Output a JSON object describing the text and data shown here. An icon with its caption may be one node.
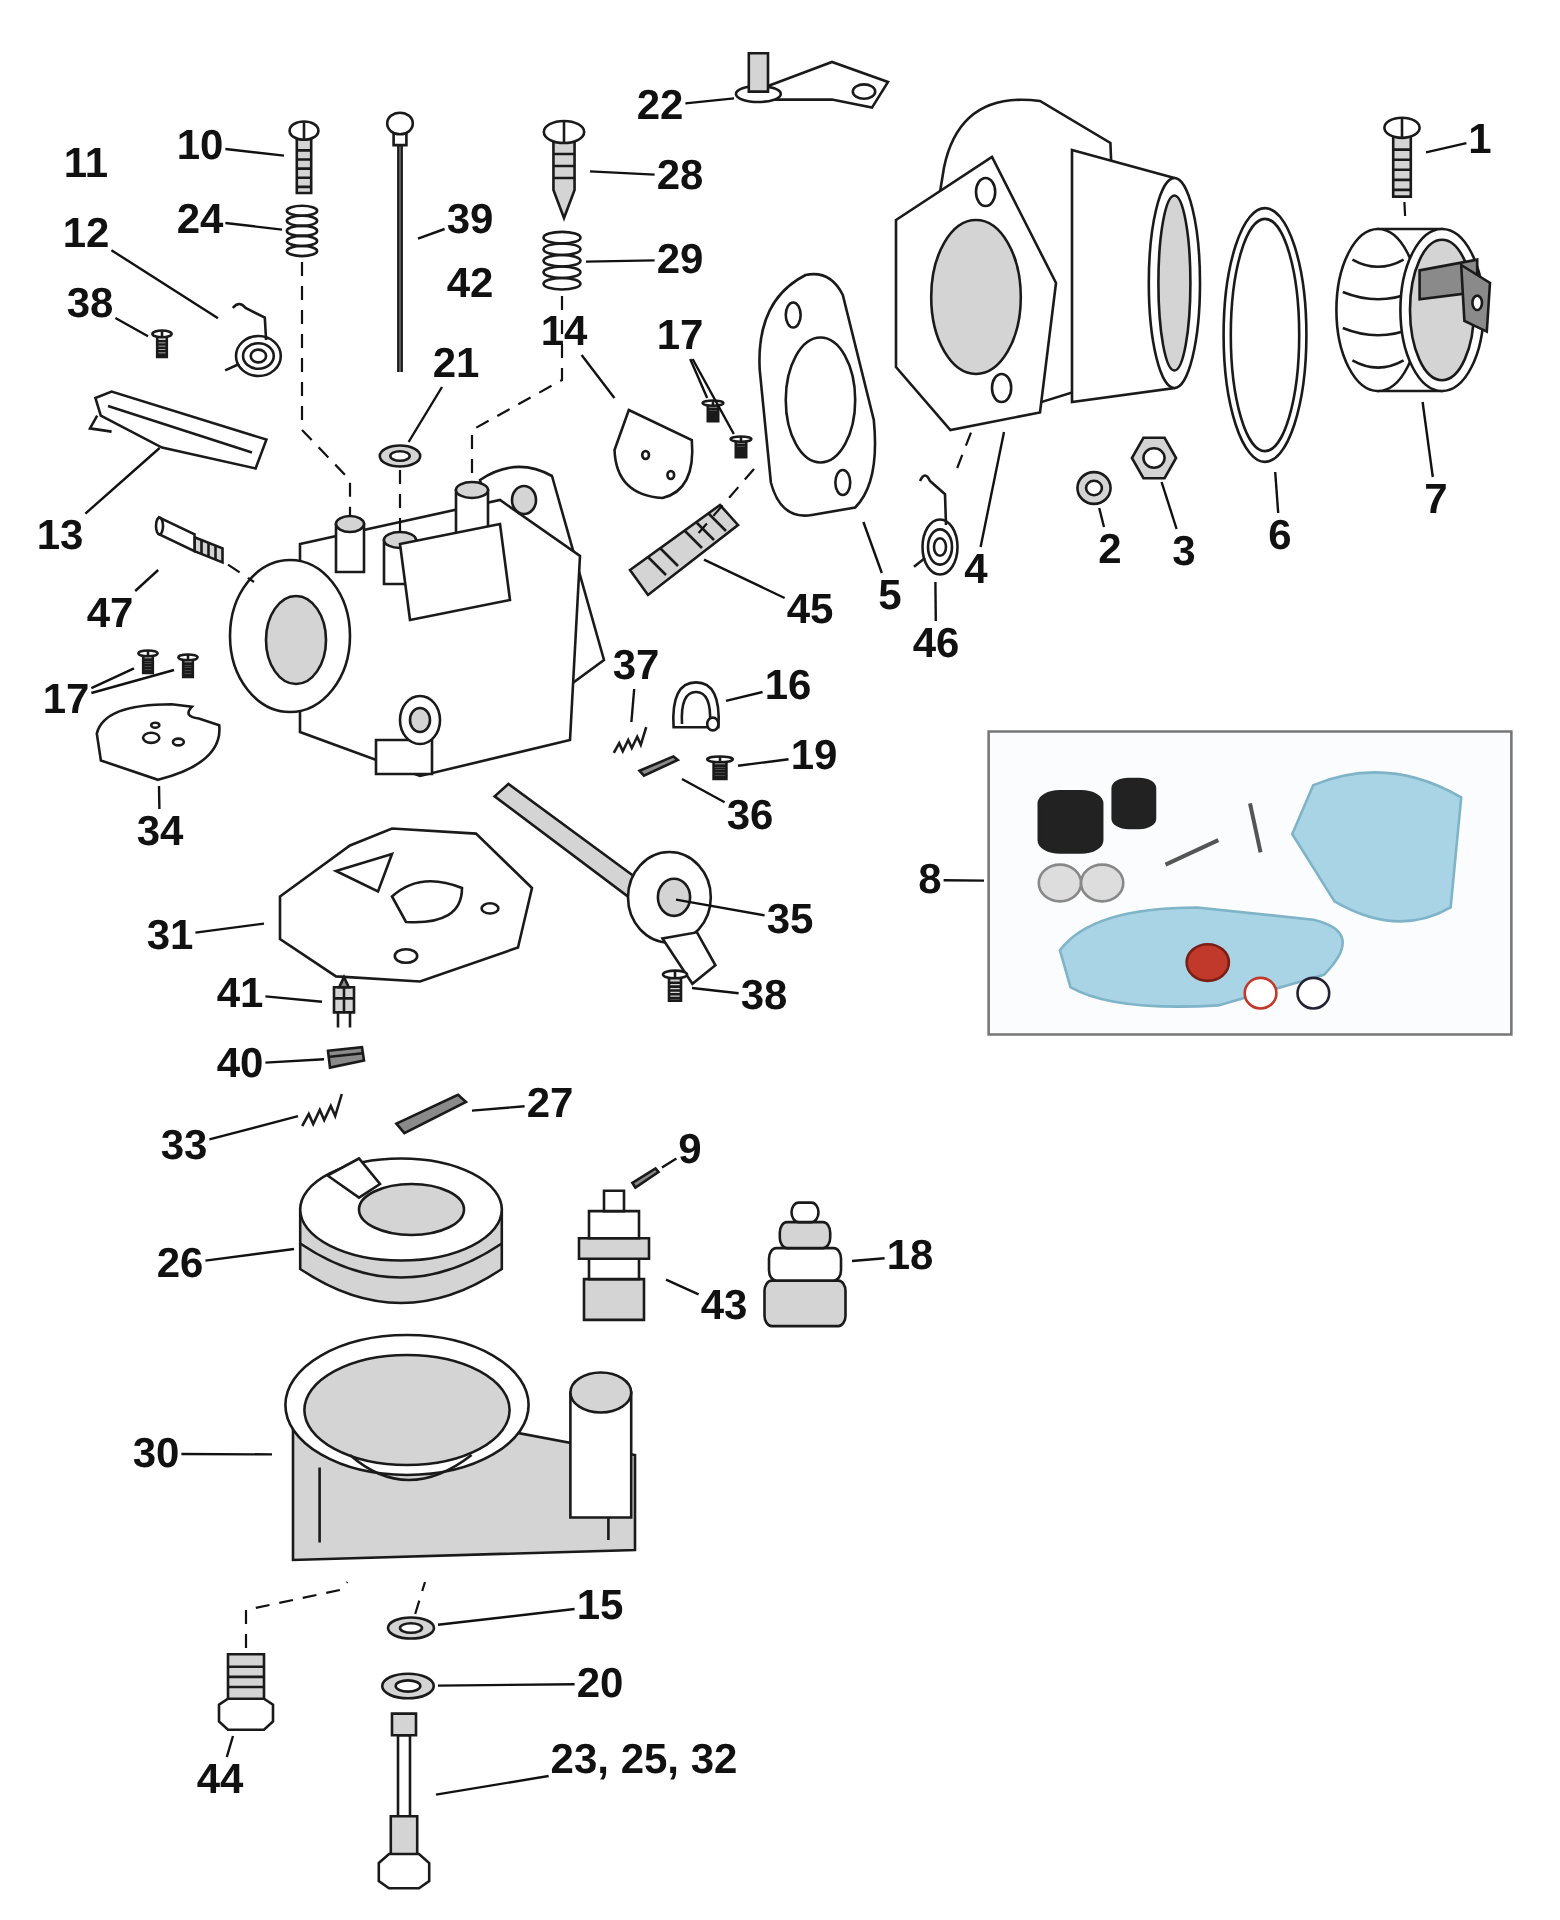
{
  "diagram": {
    "nodes": [
      {
        "text": [
          "22"
        ]
      },
      {
        "text": [],
        "shape": "picture"
      },
      {
        "text": [
          "1"
        ]
      },
      {
        "text": [],
        "shape": "picture"
      },
      {
        "text": [
          "10"
        ]
      },
      {
        "text": [],
        "shape": "picture"
      },
      {
        "text": [
          "28"
        ]
      },
      {
        "text": [],
        "shape": "picture"
      },
      {
        "text": [
          "24"
        ]
      },
      {
        "text": [],
        "shape": "picture"
      },
      {
        "text": [
          "12"
        ]
      },
      {
        "text": [],
        "shape": "picture"
      },
      {
        "text": [
          "39"
        ]
      },
      {
        "text": [],
        "shape": "picture"
      },
      {
        "text": [
          "29"
        ]
      },
      {
        "text": [],
        "shape": "picture"
      },
      {
        "text": [
          "38"
        ]
      },
      {
        "text": [],
        "shape": "picture"
      },
      {
        "text": [
          "17"
        ]
      },
      {
        "text": [],
        "shape": "picture"
      },
      {
        "text": [],
        "shape": "picture"
      },
      {
        "text": [
          "21"
        ]
      },
      {
        "text": [],
        "shape": "picture"
      },
      {
        "text": [
          "14"
        ]
      },
      {
        "text": [],
        "shape": "picture"
      },
      {
        "text": [
          "13"
        ]
      },
      {
        "text": [],
        "shape": "picture"
      },
      {
        "text": [
          "47"
        ]
      },
      {
        "text": [],
        "shape": "picture"
      },
      {
        "text": [
          "4"
        ]
      },
      {
        "text": [],
        "shape": "picture"
      },
      {
        "text": [
          "5"
        ]
      },
      {
        "text": [],
        "shape": "picture"
      },
      {
        "text": [
          "2"
        ]
      },
      {
        "text": [],
        "shape": "picture"
      },
      {
        "text": [
          "3"
        ]
      },
      {
        "text": [],
        "shape": "picture"
      },
      {
        "text": [
          "6"
        ]
      },
      {
        "text": [],
        "shape": "picture"
      },
      {
        "text": [
          "7"
        ]
      },
      {
        "text": [],
        "shape": "picture"
      },
      {
        "text": [
          "45"
        ]
      },
      {
        "text": [],
        "shape": "picture"
      },
      {
        "text": [
          "46"
        ]
      },
      {
        "text": [],
        "shape": "picture"
      },
      {
        "text": [
          "17"
        ]
      },
      {
        "text": [],
        "shape": "picture"
      },
      {
        "text": [],
        "shape": "picture"
      },
      {
        "text": [
          "37"
        ]
      },
      {
        "text": [],
        "shape": "picture"
      },
      {
        "text": [
          "16"
        ]
      },
      {
        "text": [],
        "shape": "picture"
      },
      {
        "text": [
          "19"
        ]
      },
      {
        "text": [],
        "shape": "picture"
      },
      {
        "text": [
          "34"
        ]
      },
      {
        "text": [],
        "shape": "picture"
      },
      {
        "text": [
          "36"
        ]
      },
      {
        "text": [],
        "shape": "picture"
      },
      {
        "text": [
          "8"
        ]
      },
      {
        "text": [],
        "shape": "picture"
      },
      {
        "text": [
          "35"
        ]
      },
      {
        "text": [],
        "shape": "picture"
      },
      {
        "text": [
          "31"
        ]
      },
      {
        "text": [],
        "shape": "picture"
      },
      {
        "text": [
          "38"
        ]
      },
      {
        "text": [],
        "shape": "picture"
      },
      {
        "text": [
          "41"
        ]
      },
      {
        "text": [],
        "shape": "picture"
      },
      {
        "text": [
          "40"
        ]
      },
      {
        "text": [],
        "shape": "picture"
      },
      {
        "text": [
          "27"
        ]
      },
      {
        "text": [],
        "shape": "picture"
      },
      {
        "text": [
          "33"
        ]
      },
      {
        "text": [],
        "shape": "picture"
      },
      {
        "text": [
          "9"
        ]
      },
      {
        "text": [],
        "shape": "bar"
      },
      {
        "text": [
          "26"
        ]
      },
      {
        "text": [],
        "shape": "picture"
      },
      {
        "text": [
          "43"
        ]
      },
      {
        "text": [],
        "shape": "picture"
      },
      {
        "text": [
          "18"
        ]
      },
      {
        "text": [],
        "shape": "picture"
      },
      {
        "text": [
          "30"
        ]
      },
      {
        "text": [],
        "shape": "picture"
      },
      {
        "text": [
          "15"
        ]
      },
      {
        "text": [],
        "shape": "picture"
      },
      {
        "text": [
          "20"
        ]
      },
      {
        "text": [],
        "shape": "picture"
      },
      {
        "text": [
          "44"
        ]
      },
      {
        "text": [],
        "shape": "picture"
      },
      {
        "text": [
          "23, 25, 32"
        ]
      },
      {
        "text": [],
        "shape": "picture"
      },
      {
        "text": [],
        "shape": "picture"
      }
    ],
    "edges": [
      {
        "from": 0,
        "to": 1,
        "arrow": "none"
      },
      {
        "from": 2,
        "to": 3,
        "arrow": "none"
      },
      {
        "from": 4,
        "to": 5,
        "arrow": "none"
      },
      {
        "from": 6,
        "to": 7,
        "arrow": "none"
      },
      {
        "from": 8,
        "to": 9,
        "arrow": "none"
      },
      {
        "from": 10,
        "to": 11,
        "arrow": "none"
      },
      {
        "from": 12,
        "to": 13,
        "arrow": "none"
      },
      {
        "from": 14,
        "to": 15,
        "arrow": "none"
      },
      {
        "from": 16,
        "to": 17,
        "arrow": "none"
      },
      {
        "from": 18,
        "to": 19,
        "arrow": "none"
      },
      {
        "from": 18,
        "to": 20,
        "arrow": "none"
      },
      {
        "from": 21,
        "to": 22,
        "arrow": "none"
      },
      {
        "from": 23,
        "to": 24,
        "arrow": "none"
      },
      {
        "from": 25,
        "to": 26,
        "arrow": "none"
      },
      {
        "from": 27,
        "to": 28,
        "arrow": "none"
      },
      {
        "from": 29,
        "to": 30,
        "arrow": "none"
      },
      {
        "from": 31,
        "to": 32,
        "arrow": "none"
      },
      {
        "from": 33,
        "to": 34,
        "arrow": "none"
      },
      {
        "from": 35,
        "to": 36,
        "arrow": "none"
      },
      {
        "from": 37,
        "to": 38,
        "arrow": "none"
      },
      {
        "from": 39,
        "to": 40,
        "arrow": "none"
      },
      {
        "from": 41,
        "to": 42,
        "arrow": "none"
      },
      {
        "from": 43,
        "to": 44,
        "arrow": "none"
      },
      {
        "from": 45,
        "to": 46,
        "arrow": "none"
      },
      {
        "from": 45,
        "to": 47,
        "arrow": "none"
      },
      {
        "from": 48,
        "to": 49,
        "arrow": "none"
      },
      {
        "from": 50,
        "to": 51,
        "arrow": "none"
      },
      {
        "from": 52,
        "to": 53,
        "arrow": "none"
      },
      {
        "from": 54,
        "to": 55,
        "arrow": "none"
      },
      {
        "from": 56,
        "to": 57,
        "arrow": "none"
      },
      {
        "from": 58,
        "to": 59,
        "arrow": "none"
      },
      {
        "from": 60,
        "to": 61,
        "arrow": "none"
      },
      {
        "from": 62,
        "to": 63,
        "arrow": "none"
      },
      {
        "from": 64,
        "to": 65,
        "arrow": "none"
      },
      {
        "from": 66,
        "to": 67,
        "arrow": "none"
      },
      {
        "from": 68,
        "to": 69,
        "arrow": "none"
      },
      {
        "from": 70,
        "to": 71,
        "arrow": "none"
      },
      {
        "from": 72,
        "to": 73,
        "arrow": "none"
      },
      {
        "from": 74,
        "to": 75,
        "arrow": "none"
      },
      {
        "from": 76,
        "to": 77,
        "arrow": "none"
      },
      {
        "from": 78,
        "to": 79,
        "arrow": "none"
      },
      {
        "from": 80,
        "to": 81,
        "arrow": "none"
      },
      {
        "from": 82,
        "to": 83,
        "arrow": "none"
      },
      {
        "from": 84,
        "to": 85,
        "arrow": "none"
      },
      {
        "from": 86,
        "to": 87,
        "arrow": "none"
      },
      {
        "from": 88,
        "to": 89,
        "arrow": "none"
      },
      {
        "from": 90,
        "to": 91,
        "arrow": "none"
      },
      {
        "from": 9,
        "to": 92,
        "arrow": "none",
        "style": "dashed"
      },
      {
        "from": 15,
        "to": 92,
        "arrow": "none",
        "style": "dashed"
      },
      {
        "from": 22,
        "to": 92,
        "arrow": "none",
        "style": "dashed"
      },
      {
        "from": 3,
        "to": 40,
        "arrow": "none",
        "style": "dashed"
      },
      {
        "from": 89,
        "to": 83,
        "arrow": "none",
        "style": "dashed"
      },
      {
        "from": 85,
        "to": 83,
        "arrow": "none",
        "style": "dashed"
      },
      {
        "from": 28,
        "to": 92,
        "arrow": "none",
        "style": "dashed"
      },
      {
        "from": 44,
        "to": 30,
        "arrow": "none",
        "style": "dashed"
      },
      {
        "from": 32,
        "to": 42,
        "arrow": "none",
        "style": "dashed"
      }
    ],
    "labels": [
      "11",
      "42"
    ]
  }
}
